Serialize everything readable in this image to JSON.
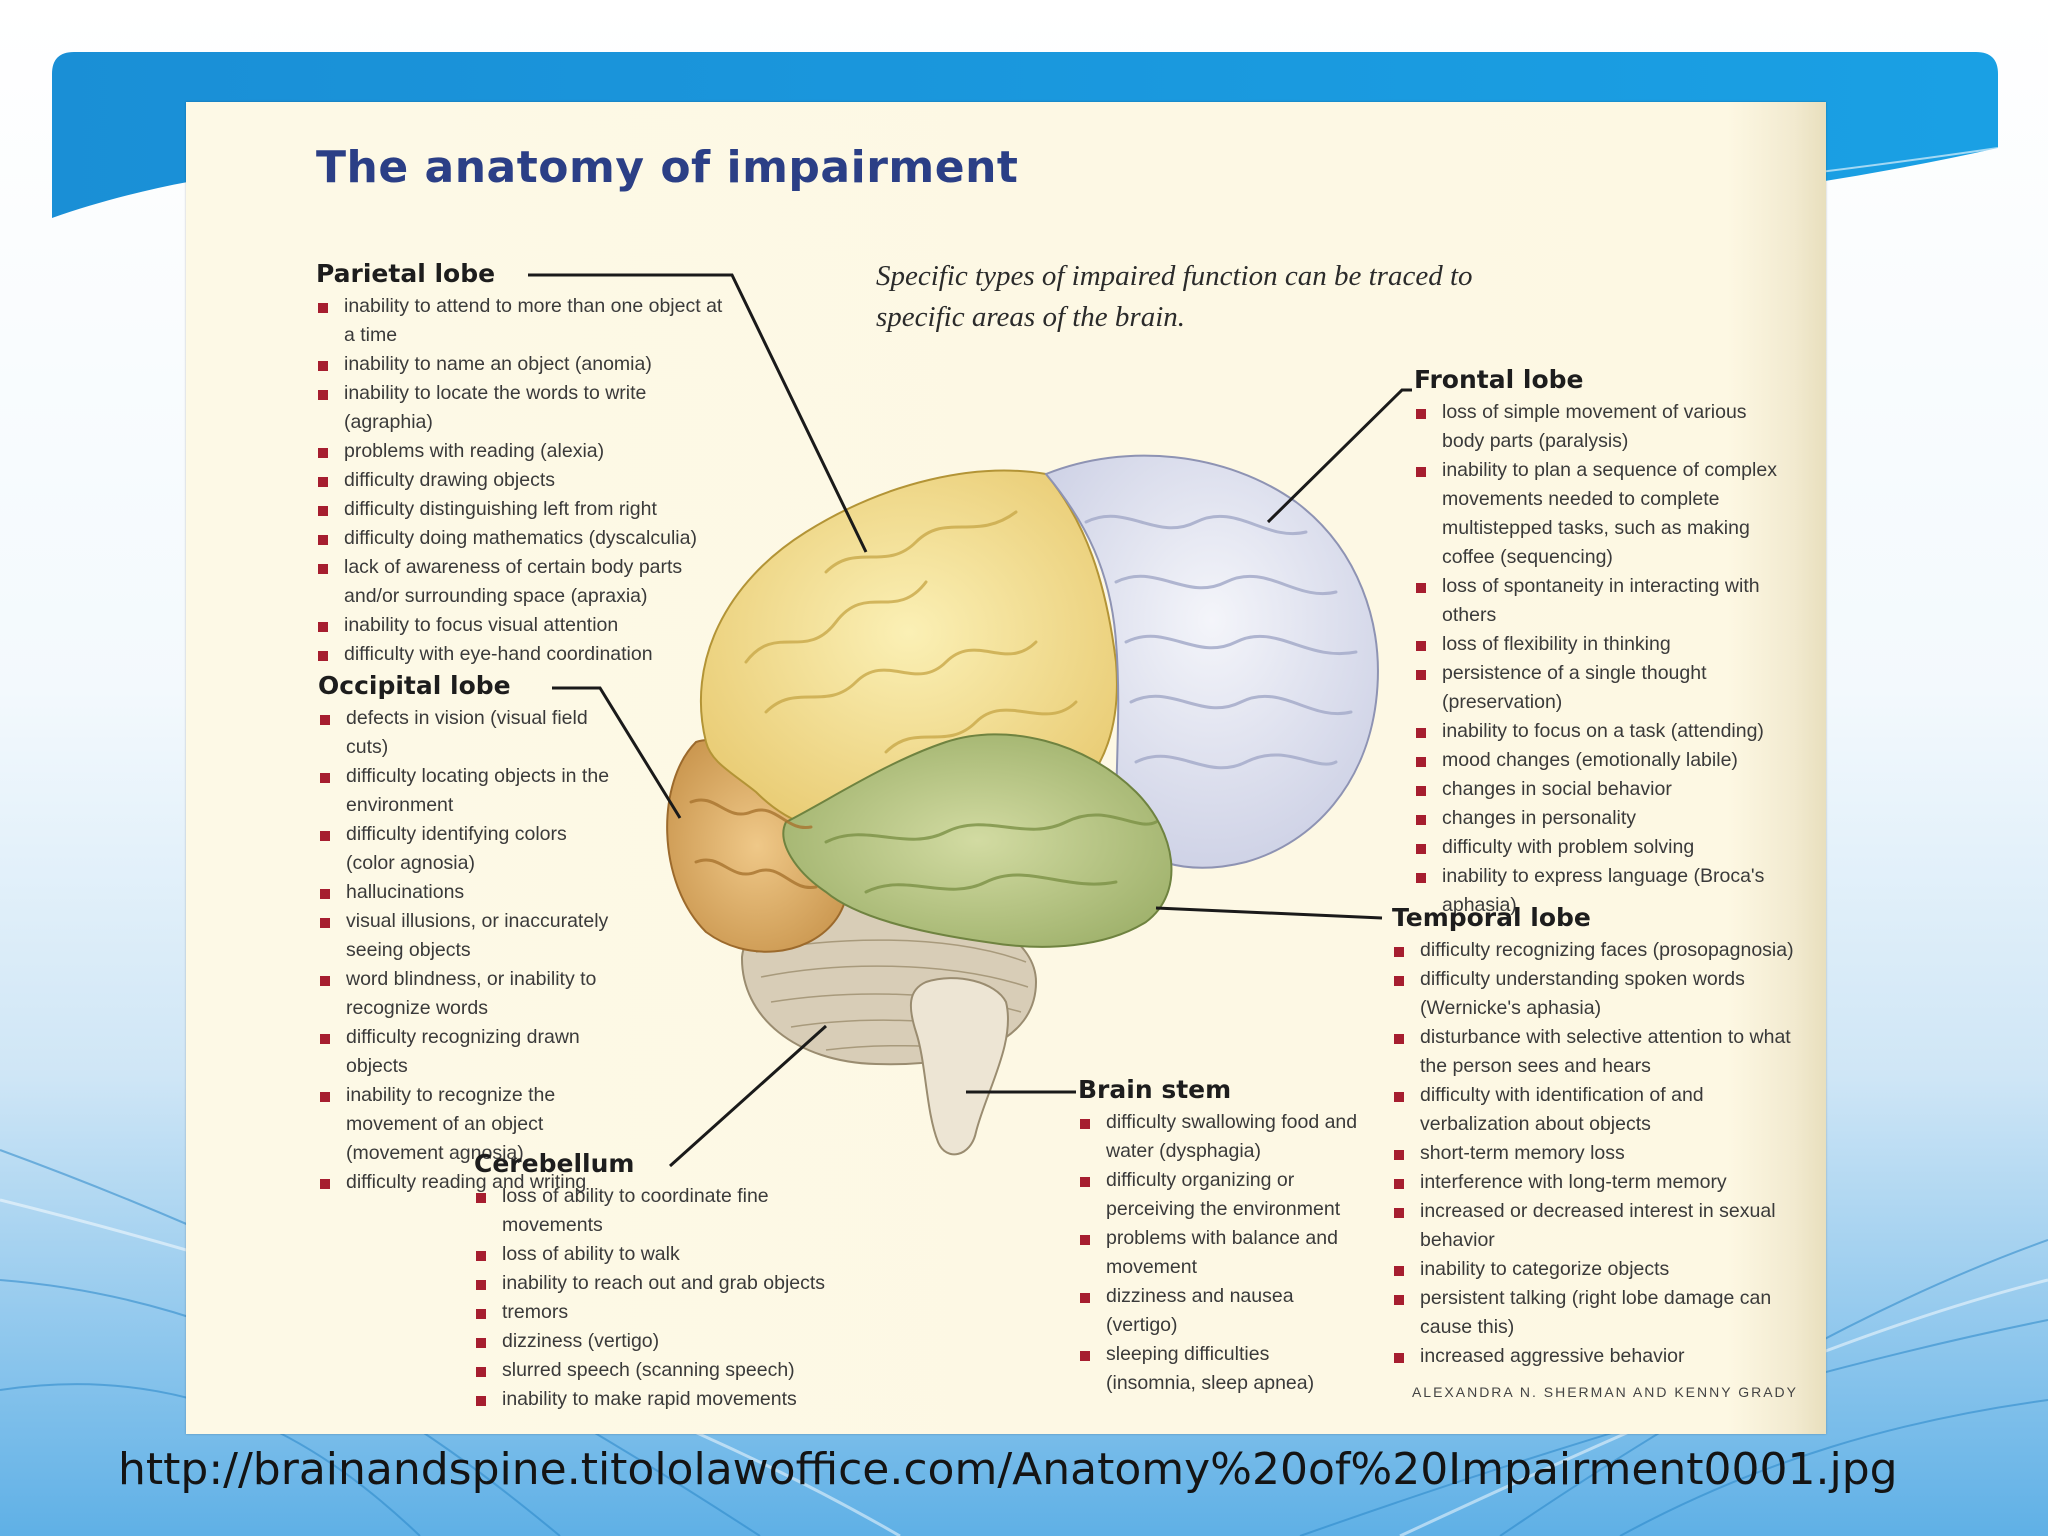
{
  "slide": {
    "colors": {
      "banner": "#1795dc",
      "background_bottom": "#5fb0e6",
      "panel": "#fdf9e6",
      "bullet": "#a61e2f"
    },
    "url": "http://brainandspine.titololawoffice.com/Anatomy%20of%20Impairment0001.jpg"
  },
  "figure": {
    "title": "The anatomy of impairment",
    "subtitle": "Specific types of impaired function can be traced to specific areas of the brain.",
    "credit": "ALEXANDRA N. SHERMAN AND KENNY GRADY",
    "colors": {
      "parietal": "#f2dc8c",
      "frontal": "#e3e6f1",
      "temporal": "#b8c983",
      "occipital": "#ddb16a",
      "cerebellum": "#d8cdb7",
      "brain_stem": "#ede5d4"
    },
    "parietal": {
      "heading": "Parietal lobe",
      "items": [
        "inability to attend to more than one object at a time",
        "inability to name an object (anomia)",
        "inability to locate the words to write (agraphia)",
        "problems with reading (alexia)",
        "difficulty drawing objects",
        "difficulty distinguishing left from right",
        "difficulty doing mathematics (dyscalculia)",
        "lack of awareness of certain body parts and/or surrounding space (apraxia)",
        "inability to focus visual attention",
        "difficulty with eye-hand coordination"
      ]
    },
    "occipital": {
      "heading": "Occipital lobe",
      "items": [
        "defects in vision (visual field cuts)",
        "difficulty locating objects in the environment",
        "difficulty identifying colors (color agnosia)",
        "hallucinations",
        "visual illusions, or inaccurately seeing objects",
        "word blindness, or inability to recognize words",
        "difficulty recognizing drawn objects",
        "inability to recognize the movement of an object (movement agnosia)",
        "difficulty reading and writing"
      ]
    },
    "cerebellum": {
      "heading": "Cerebellum",
      "items": [
        "loss of ability to coordinate fine movements",
        "loss of ability to walk",
        "inability to reach out and grab objects",
        "tremors",
        "dizziness (vertigo)",
        "slurred speech (scanning speech)",
        "inability to make rapid movements"
      ]
    },
    "brain_stem": {
      "heading": "Brain stem",
      "items": [
        "difficulty swallowing food and water (dysphagia)",
        "difficulty organizing or perceiving the environment",
        "problems with balance and movement",
        "dizziness and nausea (vertigo)",
        "sleeping difficulties (insomnia, sleep apnea)"
      ]
    },
    "frontal": {
      "heading": "Frontal lobe",
      "items": [
        "loss of simple movement of various body parts (paralysis)",
        "inability to plan a sequence of complex movements needed to complete multistepped tasks, such as making coffee (sequencing)",
        "loss of spontaneity in interacting with others",
        "loss of flexibility in thinking",
        "persistence of a single thought (preservation)",
        "inability to focus on a task (attending)",
        "mood changes (emotionally labile)",
        "changes in social behavior",
        "changes in personality",
        "difficulty with problem solving",
        "inability to express language (Broca's aphasia)"
      ]
    },
    "temporal": {
      "heading": "Temporal lobe",
      "items": [
        "difficulty recognizing faces (prosopagnosia)",
        "difficulty understanding spoken words (Wernicke's aphasia)",
        "disturbance with selective attention to what the person sees and hears",
        "difficulty with identification of and verbalization about objects",
        "short-term memory loss",
        "interference with long-term memory",
        "increased or decreased interest in sexual behavior",
        "inability to categorize objects",
        "persistent talking (right lobe damage can cause this)",
        "increased aggressive behavior"
      ]
    }
  }
}
